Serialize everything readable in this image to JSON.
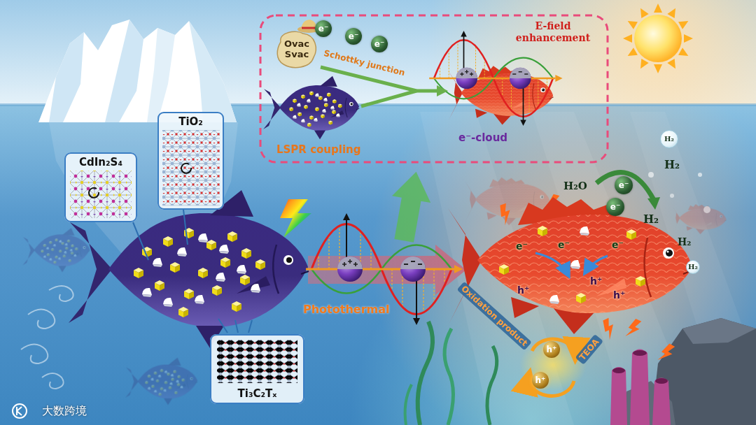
{
  "diagram": {
    "nodes": [
      {
        "text": [
          "Ovac Svac"
        ]
      },
      {
        "text": [
          "e⁻"
        ]
      },
      {
        "text": [
          "e⁻"
        ]
      },
      {
        "text": [
          "e⁻"
        ]
      },
      {
        "text": [
          "TiO₂"
        ]
      },
      {
        "text": [
          "H₂"
        ]
      },
      {
        "text": [
          "CdIn₂S₄"
        ]
      },
      {
        "text": [
          "e⁻"
        ]
      },
      {
        "text": [
          "e⁻"
        ]
      },
      {
        "text": [
          "H₂"
        ]
      },
      {
        "text": [
          "Ti₃C₂Tₓ"
        ]
      },
      {
        "text": [
          "h⁺"
        ]
      },
      {
        "text": [
          "h⁺"
        ]
      }
    ],
    "labels": [
      "Schottky junction",
      "E-field enhancement",
      "LSPR coupling",
      "e⁻-cloud",
      "Photothermal",
      "H₂O",
      "H₂",
      "H₂",
      "H₂",
      "e⁻",
      "e⁻",
      "e⁻",
      "h⁺",
      "h⁺",
      "h⁺",
      "Oxidation product",
      "TEOA",
      "大数跨境"
    ]
  }
}
